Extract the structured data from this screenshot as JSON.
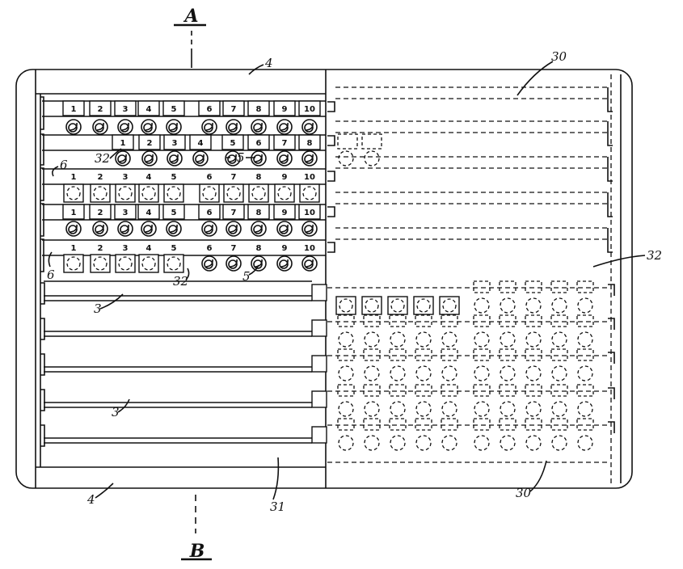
{
  "section_labels": {
    "top": "A",
    "bottom": "B"
  },
  "reference_numerals": {
    "r4_top": "4",
    "r4_bottom": "4",
    "r30_top": "30",
    "r30_bottom": "30",
    "r32_right": "32",
    "r32_row2": "32",
    "r32_row5": "32",
    "r5_row2": "5",
    "r5_row5": "5",
    "r6_upper": "6",
    "r6_lower": "6",
    "r3_upper": "3",
    "r3_lower": "3",
    "r31": "31"
  },
  "rows": [
    {
      "labels": [
        "1",
        "2",
        "3",
        "4",
        "5",
        "6",
        "7",
        "8",
        "9",
        "10"
      ],
      "labels_boxed": true,
      "counters": "round"
    },
    {
      "labels": [
        "1",
        "2",
        "3",
        "4",
        "5",
        "6",
        "7",
        "8"
      ],
      "labels_boxed": true,
      "counters": "round"
    },
    {
      "labels": [
        "1",
        "2",
        "3",
        "4",
        "5",
        "6",
        "7",
        "8",
        "9",
        "10"
      ],
      "labels_boxed": false,
      "counters": "square"
    },
    {
      "labels": [
        "1",
        "2",
        "3",
        "4",
        "5",
        "6",
        "7",
        "8",
        "9",
        "10"
      ],
      "labels_boxed": true,
      "counters": "round"
    },
    {
      "labels": [
        "1",
        "2",
        "3",
        "4",
        "5",
        "6",
        "7",
        "8",
        "9",
        "10"
      ],
      "labels_boxed": false,
      "counters": "mixed"
    }
  ]
}
